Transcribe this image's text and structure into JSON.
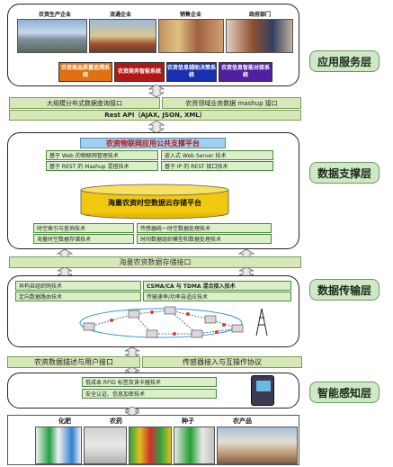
{
  "layers": {
    "application": "应用服务层",
    "data_support": "数据支撑层",
    "data_transport": "数据传输层",
    "perception": "智能感知层"
  },
  "enterprises": [
    "农资生产企业",
    "流通企业",
    "销售企业",
    "政府部门"
  ],
  "apps": [
    "农资商品质量追溯系统",
    "农资商务智能系统",
    "农资信息辅助决策系统",
    "农资信息智能对接系统"
  ],
  "interfaces": {
    "left": "大规模分布式数据查询接口",
    "right": "农资领域业务数据 mashup 接口",
    "rest": "Rest API（AJAX, JSON, XML）"
  },
  "platform": {
    "title": "农资物联网应用公共支撑平台",
    "rows_top": [
      [
        "基于 Web 的物联网管理技术",
        "嵌入式 Web Server 技术"
      ],
      [
        "基于 REST 的 Mashup 混搭技术",
        "基于 IP 的 REST 接口技术"
      ]
    ],
    "storage": "海量农资时空数据云存储平台",
    "rows_bottom": [
      [
        "时空索引与查询技术",
        "传感器统一时空数据处理技术"
      ],
      [
        "海量时空数据存储技术",
        "时间数据组织模型和数据处理技术"
      ]
    ]
  },
  "storage_interface": "海量农资数据存储接口",
  "transport": {
    "rows": [
      [
        "异构自组织网技术",
        "CSMA/CA 与 TDMA 混合接入技术"
      ],
      [
        "定向数据路由技术",
        "传输速率/功率自适应技术"
      ]
    ]
  },
  "description_interface": {
    "left": "农资数据描述与用户接口",
    "right": "传感器接入与互操作协议"
  },
  "perception": {
    "rows": [
      "低成本 RFID 标签及读卡器技术",
      "安全认证、信息加密技术"
    ]
  },
  "products": [
    "化肥",
    "农药",
    "种子",
    "农产品"
  ]
}
